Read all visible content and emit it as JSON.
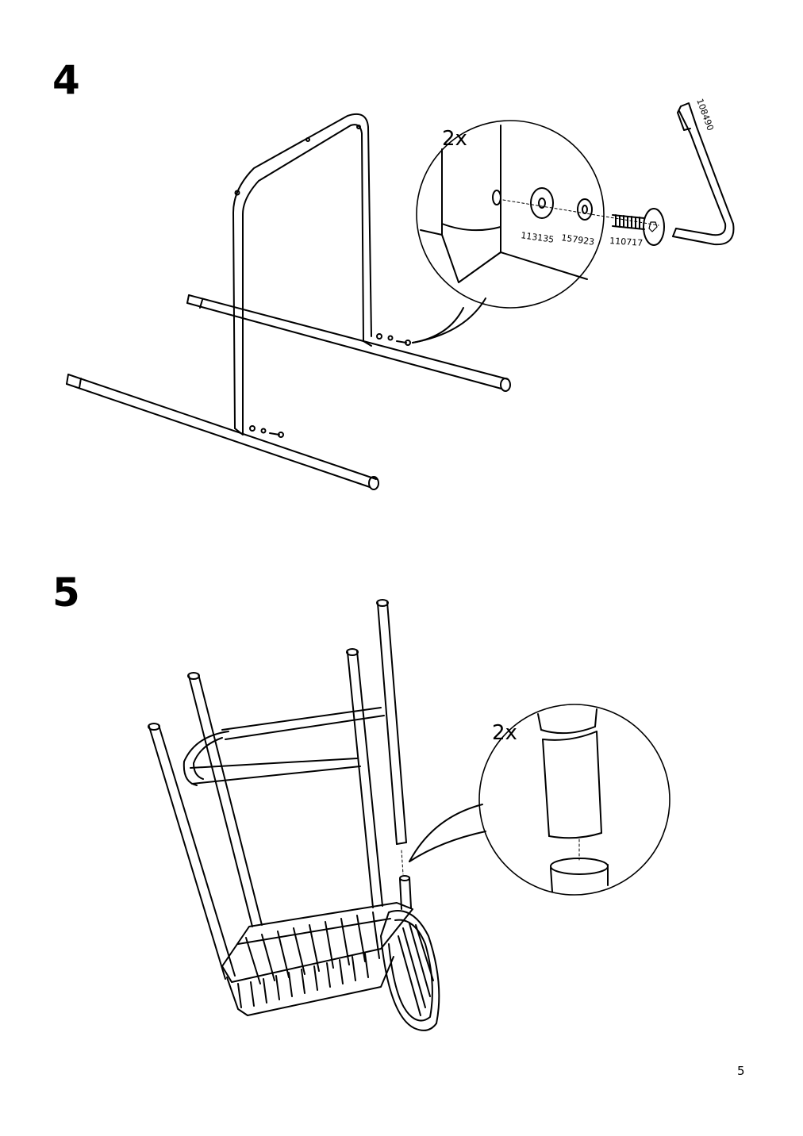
{
  "steps": [
    {
      "number": "4",
      "detail": {
        "quantity": "2x",
        "parts": [
          "113135",
          "157923",
          "110717"
        ],
        "tool": "108490"
      }
    },
    {
      "number": "5",
      "detail": {
        "quantity": "2x"
      }
    }
  ],
  "page_number": "5"
}
